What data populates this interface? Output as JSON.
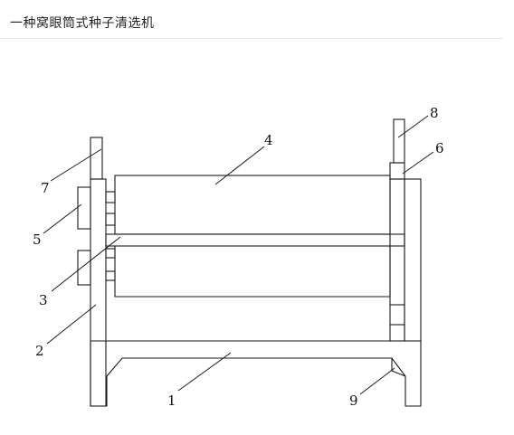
{
  "page": {
    "title": "一种窝眼筒式种子清选机"
  },
  "diagram": {
    "callouts": [
      "1",
      "2",
      "3",
      "4",
      "5",
      "6",
      "7",
      "8",
      "9"
    ]
  }
}
